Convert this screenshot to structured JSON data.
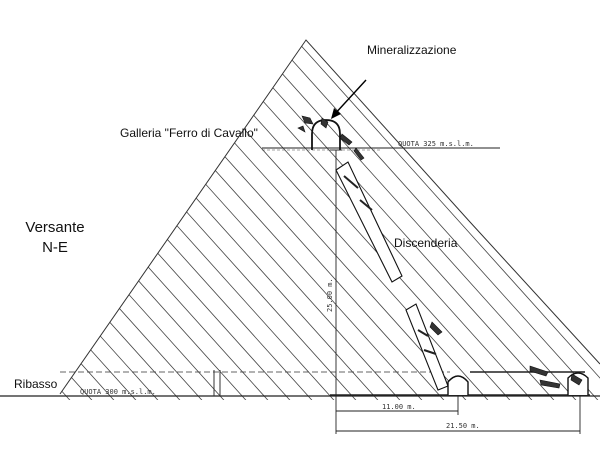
{
  "labels": {
    "mineralization": "Mineralizzazione",
    "gallery": "Galleria \"Ferro di Cavallo\"",
    "slope_line1": "Versante",
    "slope_line2": "N-E",
    "decline": "Discenderia",
    "lower_level": "Ribasso",
    "elevation_top": "QUOTA  325 m.s.l.m.",
    "elevation_bottom": "QUOTA  300 m.s.l.m.",
    "vertical_dim": "25.00 m.",
    "horizontal_dim_1": "11.00 m.",
    "horizontal_dim_2": "21.50 m."
  }
}
